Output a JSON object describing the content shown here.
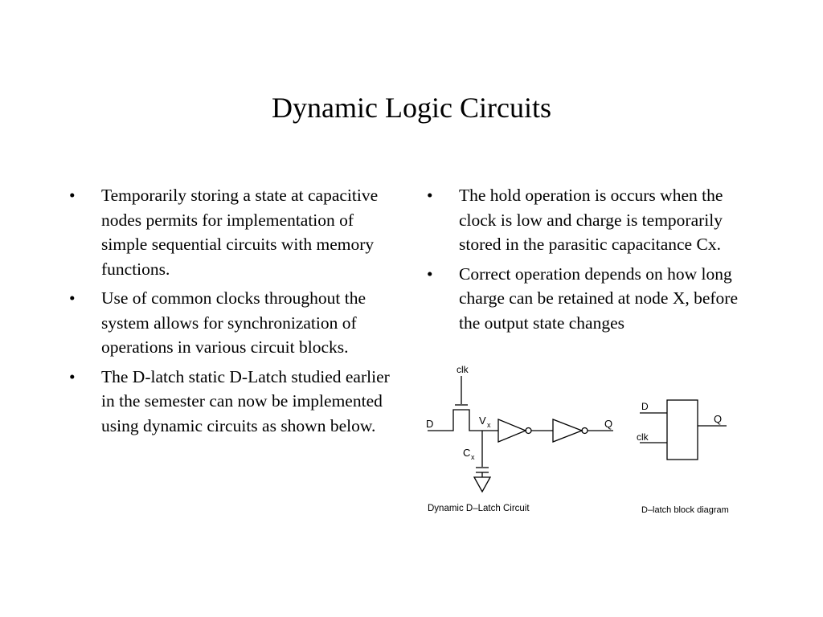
{
  "slide": {
    "title": "Dynamic Logic Circuits",
    "left_bullets": [
      "Temporarily storing a state  at capacitive nodes permits for implementation of simple sequential circuits with memory functions.",
      "Use of common clocks throughout the system allows for synchronization of operations in various circuit blocks.",
      "The D-latch static D-Latch studied earlier in the semester can now be implemented using dynamic circuits as shown below."
    ],
    "right_bullets": [
      "The hold operation is occurs when the clock is low and charge is temporarily stored in the parasitic capacitance Cx.",
      "Correct operation depends on how long charge can be retained at node X, before the output state changes"
    ],
    "bullet_char": "•"
  },
  "diagram": {
    "circuit": {
      "clk_label": "clk",
      "d_label": "D",
      "vx_label": "V",
      "vx_sub": "x",
      "cx_label": "C",
      "cx_sub": "x",
      "q_label": "Q",
      "caption": "Dynamic D–Latch Circuit"
    },
    "block": {
      "d_label": "D",
      "clk_label": "clk",
      "q_label": "Q",
      "caption": "D–latch block diagram"
    }
  }
}
